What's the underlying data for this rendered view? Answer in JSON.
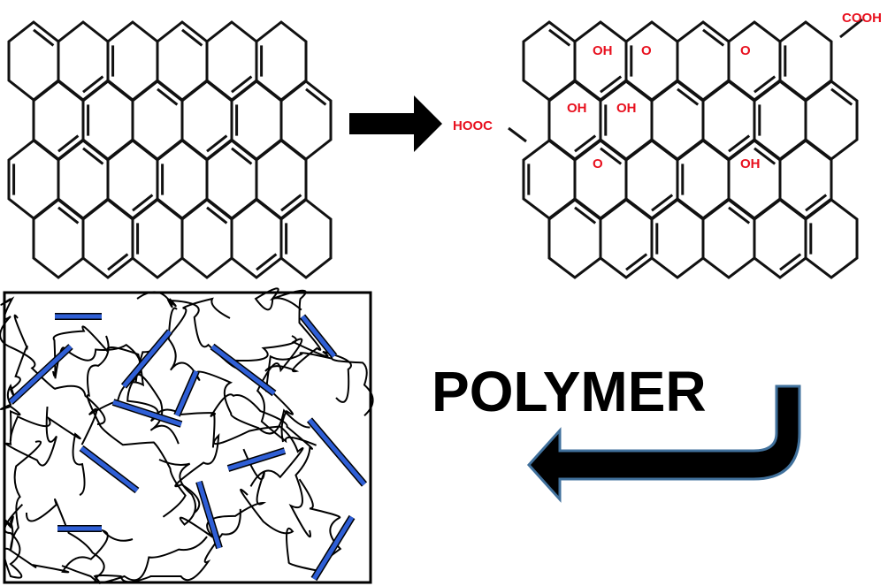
{
  "diagram": {
    "title_label": "POLYMER",
    "graphene_oxide_groups": {
      "oh_top": "OH",
      "epoxy_1": "O",
      "epoxy_2": "O",
      "cooh_top": "COOH",
      "hooc_left": "HOOC",
      "oh_mid_1": "OH",
      "oh_mid_2": "OH",
      "epoxy_3": "O",
      "oh_lower": "OH"
    },
    "colors": {
      "functional_group": "#e8101e",
      "filler_bar": "#2f5fd6",
      "arrow_outline": "#41719c"
    }
  }
}
